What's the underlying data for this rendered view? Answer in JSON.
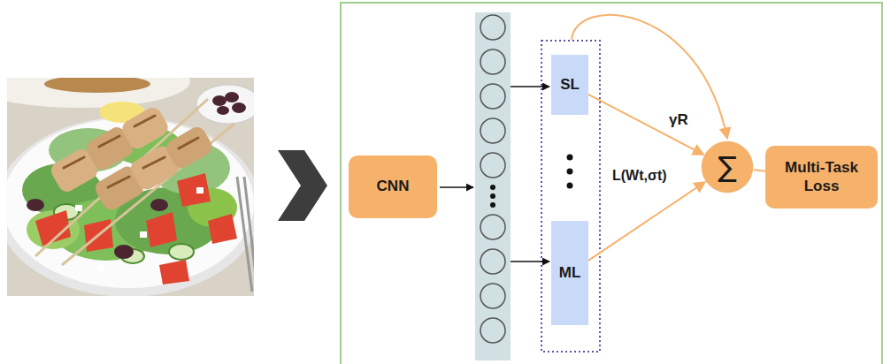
{
  "diagram": {
    "nodes": [
      {
        "text": [
          "CNN"
        ]
      },
      {
        "text": [
          "SL"
        ]
      },
      {
        "text": [
          "ML"
        ]
      },
      {
        "text": [
          "∑"
        ]
      },
      {
        "text": [
          "Multi-Task Loss"
        ]
      }
    ],
    "edges": [
      {
        "from": 1,
        "to": 3,
        "arrow": "to"
      },
      {
        "from": 2,
        "to": 3,
        "arrow": "to"
      },
      {
        "from": 3,
        "to": 4,
        "arrow": "none"
      }
    ],
    "labels": [
      "γR",
      "L(Wt,σt)"
    ]
  }
}
